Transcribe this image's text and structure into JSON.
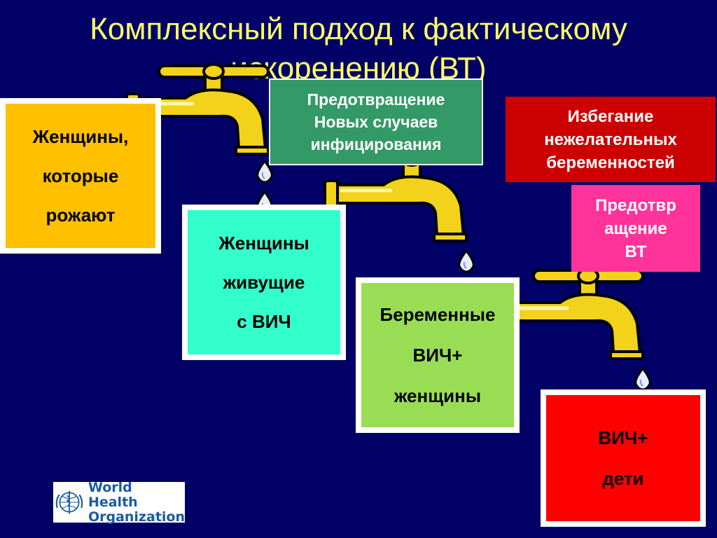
{
  "title": "Комплексный подход к фактическому искоренению (ВТ)",
  "boxes": {
    "women_giving_birth": [
      "Женщины,",
      "которые",
      "рожают"
    ],
    "women_living_with_hiv": [
      "Женщины",
      "живущие",
      "с ВИЧ"
    ],
    "pregnant_hiv_women": [
      "Беременные",
      "ВИЧ+",
      "женщины"
    ],
    "hiv_children": [
      "ВИЧ+",
      "дети"
    ]
  },
  "interventions": {
    "prevent_new_infections": [
      "Предотвращение",
      "Новых случаев",
      "инфицирования"
    ],
    "avoid_unwanted_pregnancies": [
      "Избегание",
      "нежелательных",
      "беременностей"
    ],
    "prevent_vt": [
      "Предотвр",
      "ащение",
      "ВТ"
    ]
  },
  "logo": {
    "line1": "World Health",
    "line2": "Organization",
    "icon": "who-emblem-icon"
  },
  "colors": {
    "background": "#000066",
    "title": "#ffff66",
    "box_women": "#ffc000",
    "box_hiv": "#33ffcc",
    "box_pregnant": "#99dd55",
    "box_children": "#ff0000",
    "prevent_new": "#339966",
    "avoid_pregnancy": "#cc0000",
    "prevent_vt": "#ff3399",
    "tap": "#f2d21a"
  }
}
